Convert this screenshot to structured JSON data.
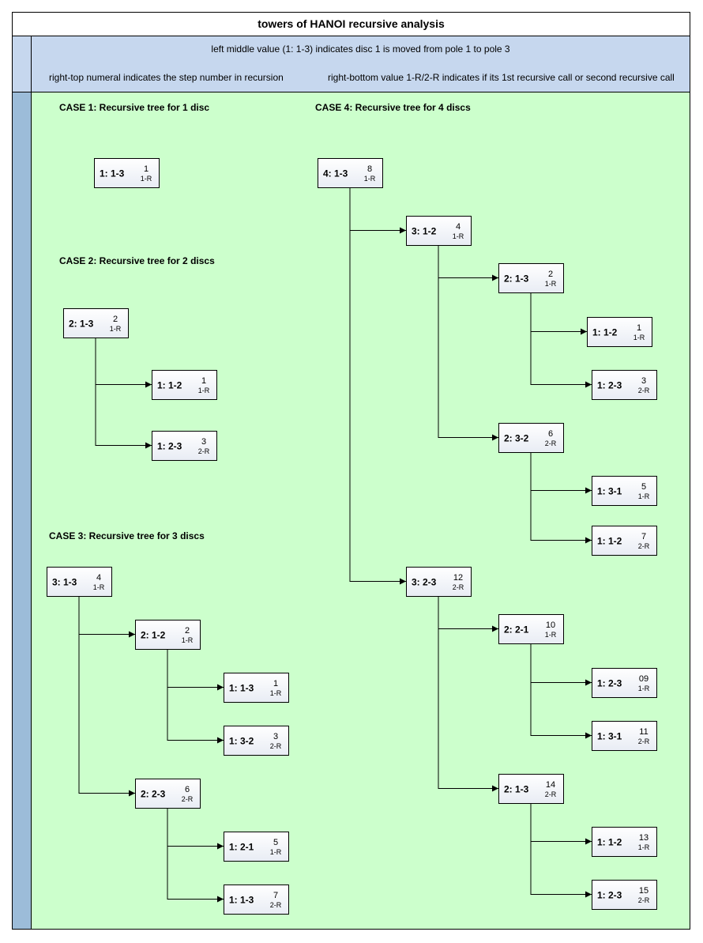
{
  "title": "towers of HANOI recursive analysis",
  "legend": {
    "line1": "left middle value (1: 1-3) indicates disc 1 is moved from pole 1 to pole 3",
    "line2": "right-top numeral indicates the step number in recursion",
    "line3": "right-bottom value 1-R/2-R indicates if its 1st recursive call or second recursive call"
  },
  "cases": [
    {
      "id": "case1",
      "label": "CASE 1: Recursive tree for 1 disc"
    },
    {
      "id": "case2",
      "label": "CASE 2: Recursive tree for 2 discs"
    },
    {
      "id": "case3",
      "label": "CASE 3: Recursive tree for 3 discs"
    },
    {
      "id": "case4",
      "label": "CASE 4: Recursive tree for 4 discs"
    }
  ],
  "nodes": [
    {
      "id": "c1n1",
      "move": "1: 1-3",
      "step": "1",
      "call": "1-R"
    },
    {
      "id": "c2n1",
      "move": "2: 1-3",
      "step": "2",
      "call": "1-R"
    },
    {
      "id": "c2n2",
      "move": "1: 1-2",
      "step": "1",
      "call": "1-R"
    },
    {
      "id": "c2n3",
      "move": "1: 2-3",
      "step": "3",
      "call": "2-R"
    },
    {
      "id": "c3n1",
      "move": "3: 1-3",
      "step": "4",
      "call": "1-R"
    },
    {
      "id": "c3n2",
      "move": "2: 1-2",
      "step": "2",
      "call": "1-R"
    },
    {
      "id": "c3n3",
      "move": "1: 1-3",
      "step": "1",
      "call": "1-R"
    },
    {
      "id": "c3n4",
      "move": "1: 3-2",
      "step": "3",
      "call": "2-R"
    },
    {
      "id": "c3n5",
      "move": "2: 2-3",
      "step": "6",
      "call": "2-R"
    },
    {
      "id": "c3n6",
      "move": "1: 2-1",
      "step": "5",
      "call": "1-R"
    },
    {
      "id": "c3n7",
      "move": "1: 1-3",
      "step": "7",
      "call": "2-R"
    },
    {
      "id": "c4n1",
      "move": "4: 1-3",
      "step": "8",
      "call": "1-R"
    },
    {
      "id": "c4n2",
      "move": "3: 1-2",
      "step": "4",
      "call": "1-R"
    },
    {
      "id": "c4n3",
      "move": "2: 1-3",
      "step": "2",
      "call": "1-R"
    },
    {
      "id": "c4n4",
      "move": "1: 1-2",
      "step": "1",
      "call": "1-R"
    },
    {
      "id": "c4n5",
      "move": "1: 2-3",
      "step": "3",
      "call": "2-R"
    },
    {
      "id": "c4n6",
      "move": "2: 3-2",
      "step": "6",
      "call": "2-R"
    },
    {
      "id": "c4n7",
      "move": "1: 3-1",
      "step": "5",
      "call": "1-R"
    },
    {
      "id": "c4n8",
      "move": "1: 1-2",
      "step": "7",
      "call": "2-R"
    },
    {
      "id": "c4n9",
      "move": "3: 2-3",
      "step": "12",
      "call": "2-R"
    },
    {
      "id": "c4n10",
      "move": "2: 2-1",
      "step": "10",
      "call": "1-R"
    },
    {
      "id": "c4n11",
      "move": "1: 2-3",
      "step": "09",
      "call": "1-R"
    },
    {
      "id": "c4n12",
      "move": "1: 3-1",
      "step": "11",
      "call": "2-R"
    },
    {
      "id": "c4n13",
      "move": "2: 1-3",
      "step": "14",
      "call": "2-R"
    },
    {
      "id": "c4n14",
      "move": "1: 1-2",
      "step": "13",
      "call": "1-R"
    },
    {
      "id": "c4n15",
      "move": "1: 2-3",
      "step": "15",
      "call": "2-R"
    }
  ],
  "edges": [
    [
      "c2n1",
      "c2n2"
    ],
    [
      "c2n1",
      "c2n3"
    ],
    [
      "c3n1",
      "c3n2"
    ],
    [
      "c3n1",
      "c3n5"
    ],
    [
      "c3n2",
      "c3n3"
    ],
    [
      "c3n2",
      "c3n4"
    ],
    [
      "c3n5",
      "c3n6"
    ],
    [
      "c3n5",
      "c3n7"
    ],
    [
      "c4n1",
      "c4n2"
    ],
    [
      "c4n1",
      "c4n9"
    ],
    [
      "c4n2",
      "c4n3"
    ],
    [
      "c4n2",
      "c4n6"
    ],
    [
      "c4n3",
      "c4n4"
    ],
    [
      "c4n3",
      "c4n5"
    ],
    [
      "c4n6",
      "c4n7"
    ],
    [
      "c4n6",
      "c4n8"
    ],
    [
      "c4n9",
      "c4n10"
    ],
    [
      "c4n9",
      "c4n13"
    ],
    [
      "c4n10",
      "c4n11"
    ],
    [
      "c4n10",
      "c4n12"
    ],
    [
      "c4n13",
      "c4n14"
    ],
    [
      "c4n13",
      "c4n15"
    ]
  ],
  "colors": {
    "header_bg": "#c6d7ee",
    "lane_bg": "#9cbcd9",
    "canvas_bg": "#ccffcc",
    "node_fill_top": "#ffffff",
    "node_fill_bottom": "#e8ecf4"
  }
}
